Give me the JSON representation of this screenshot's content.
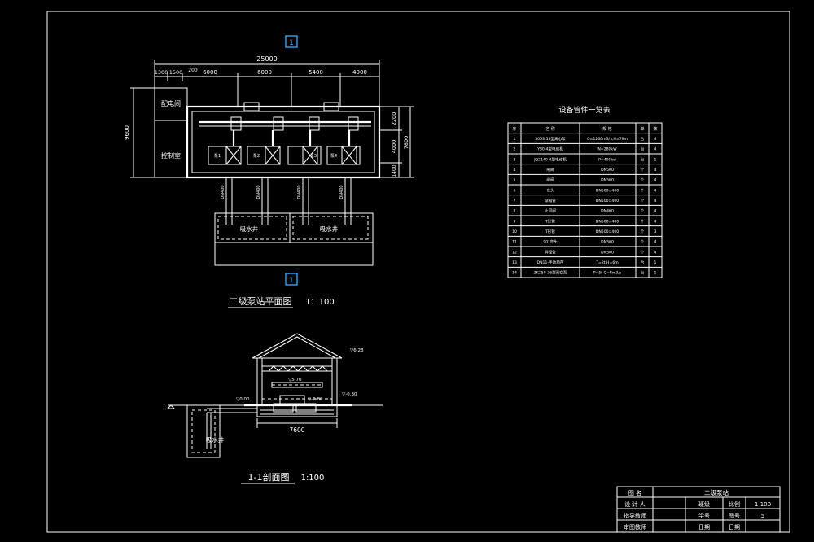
{
  "plan": {
    "section_mark_top": "1",
    "section_mark_bottom": "1",
    "overall_dim": "25000",
    "segment_dims": [
      "1300",
      "1500",
      "6000",
      "6000",
      "5400",
      "4000"
    ],
    "small_dim": "200",
    "height_dim_left": "9600",
    "height_dims_right": [
      "2200",
      "4000",
      "7800",
      "1400"
    ],
    "room_labels": [
      "配电间",
      "控制室"
    ],
    "well_labels": [
      "吸水井",
      "吸水井"
    ],
    "unit_labels": [
      "泵1",
      "泵2",
      "泵3",
      "泵4"
    ],
    "pipe_labels": [
      "DN400",
      "DN400",
      "DN400",
      "DN400"
    ],
    "title": "二级泵站平面图",
    "scale": "1：100"
  },
  "equipment_table": {
    "title": "设备管件一览表",
    "headers": [
      "序",
      "名  称",
      "规  格",
      "单",
      "数"
    ],
    "rows": [
      [
        "1",
        "300S-58型离心泵",
        "Q=1260m3/h,H=79m",
        "台",
        "4"
      ],
      [
        "2",
        "Y30-4型电动机",
        "N=280kW",
        "台",
        "4"
      ],
      [
        "3",
        "JQ2140-4型电动机",
        "P=400kw",
        "台",
        "1"
      ],
      [
        "4",
        "闸阀",
        "DN500",
        "个",
        "4"
      ],
      [
        "5",
        "闸阀",
        "DN500",
        "个",
        "4"
      ],
      [
        "6",
        "弯头",
        "DN500×400",
        "个",
        "4"
      ],
      [
        "7",
        "渐缩管",
        "DN500×400",
        "个",
        "4"
      ],
      [
        "8",
        "止回阀",
        "DN400",
        "个",
        "4"
      ],
      [
        "9",
        "T形管",
        "DN500×400",
        "个",
        "4"
      ],
      [
        "10",
        "T形管",
        "DN500×400",
        "个",
        "3"
      ],
      [
        "11",
        "90°弯头",
        "DN500",
        "个",
        "4"
      ],
      [
        "12",
        "异径管",
        "DN500",
        "个",
        "4"
      ],
      [
        "13",
        "DN11-手动葫芦",
        "T=2t H=6m",
        "台",
        "1"
      ],
      [
        "14",
        "ZKZ50-36型真空泵",
        "P=5t Q=4m3/s",
        "台",
        "1"
      ]
    ]
  },
  "section": {
    "title": "1-1剖面图",
    "scale": "1:100",
    "width_dim": "7600",
    "elevation_roof": "▽6.28",
    "elevation_crane": "▽5.70",
    "elevation_ground": "▽0.00",
    "elevation_floor": "▽-0.80",
    "elevation_right": "▽-0.30",
    "well_label": "吸水井"
  },
  "title_block": {
    "labels": [
      "图  名",
      "设 计 人",
      "指导教师",
      "审图教师"
    ],
    "sheet_name": "二级泵站",
    "mid_labels": [
      "班级",
      "学号",
      "日期"
    ],
    "right_labels": [
      "比例",
      "图号",
      "日期"
    ],
    "scale_value": "1:100",
    "sheet_no": "5"
  }
}
